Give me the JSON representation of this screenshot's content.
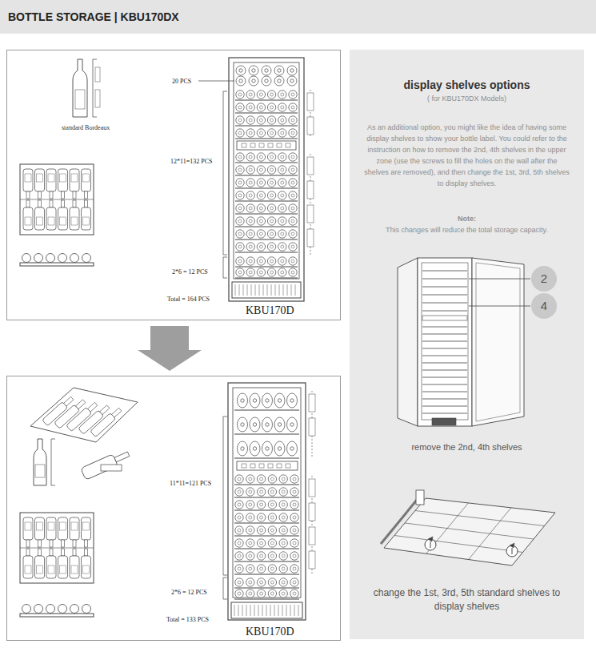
{
  "diagram": {
    "title": "BOTTLE STORAGE | KBU170DX",
    "nodes": [
      {
        "text": [
          "standard Bordeaux",
          "20 PCS",
          "12*11=132 PCS",
          "2*6 = 12 PCS",
          "Total = 164 PCS",
          "KBU170D"
        ]
      },
      {
        "text": [
          "11*11=121 PCS",
          "2*6 = 12 PCS",
          "Total = 133 PCS",
          "KBU170D"
        ]
      },
      {
        "text": [
          "display shelves options",
          "( for KBU170DX Models)",
          "As an additional option, you might like the idea of having some display shelves to show your bottle label. You could refer to the instruction on how to remove the 2nd, 4th shelves in the upper zone (use the screws to fill the holes on the wall after the shelves are removed), and then change the 1st, 3rd, 5th shelves to display shelves.",
          "Note:",
          "This changes will reduce the total storage capacity.",
          "remove the 2nd, 4th shelves",
          "change the 1st, 3rd, 5th standard shelves to display shelves"
        ]
      },
      {
        "text": [
          "2"
        ],
        "in": 2
      },
      {
        "text": [
          "4"
        ],
        "in": 2
      }
    ],
    "edges": [
      {
        "from": 0,
        "to": 1,
        "arrow": "to"
      }
    ]
  }
}
